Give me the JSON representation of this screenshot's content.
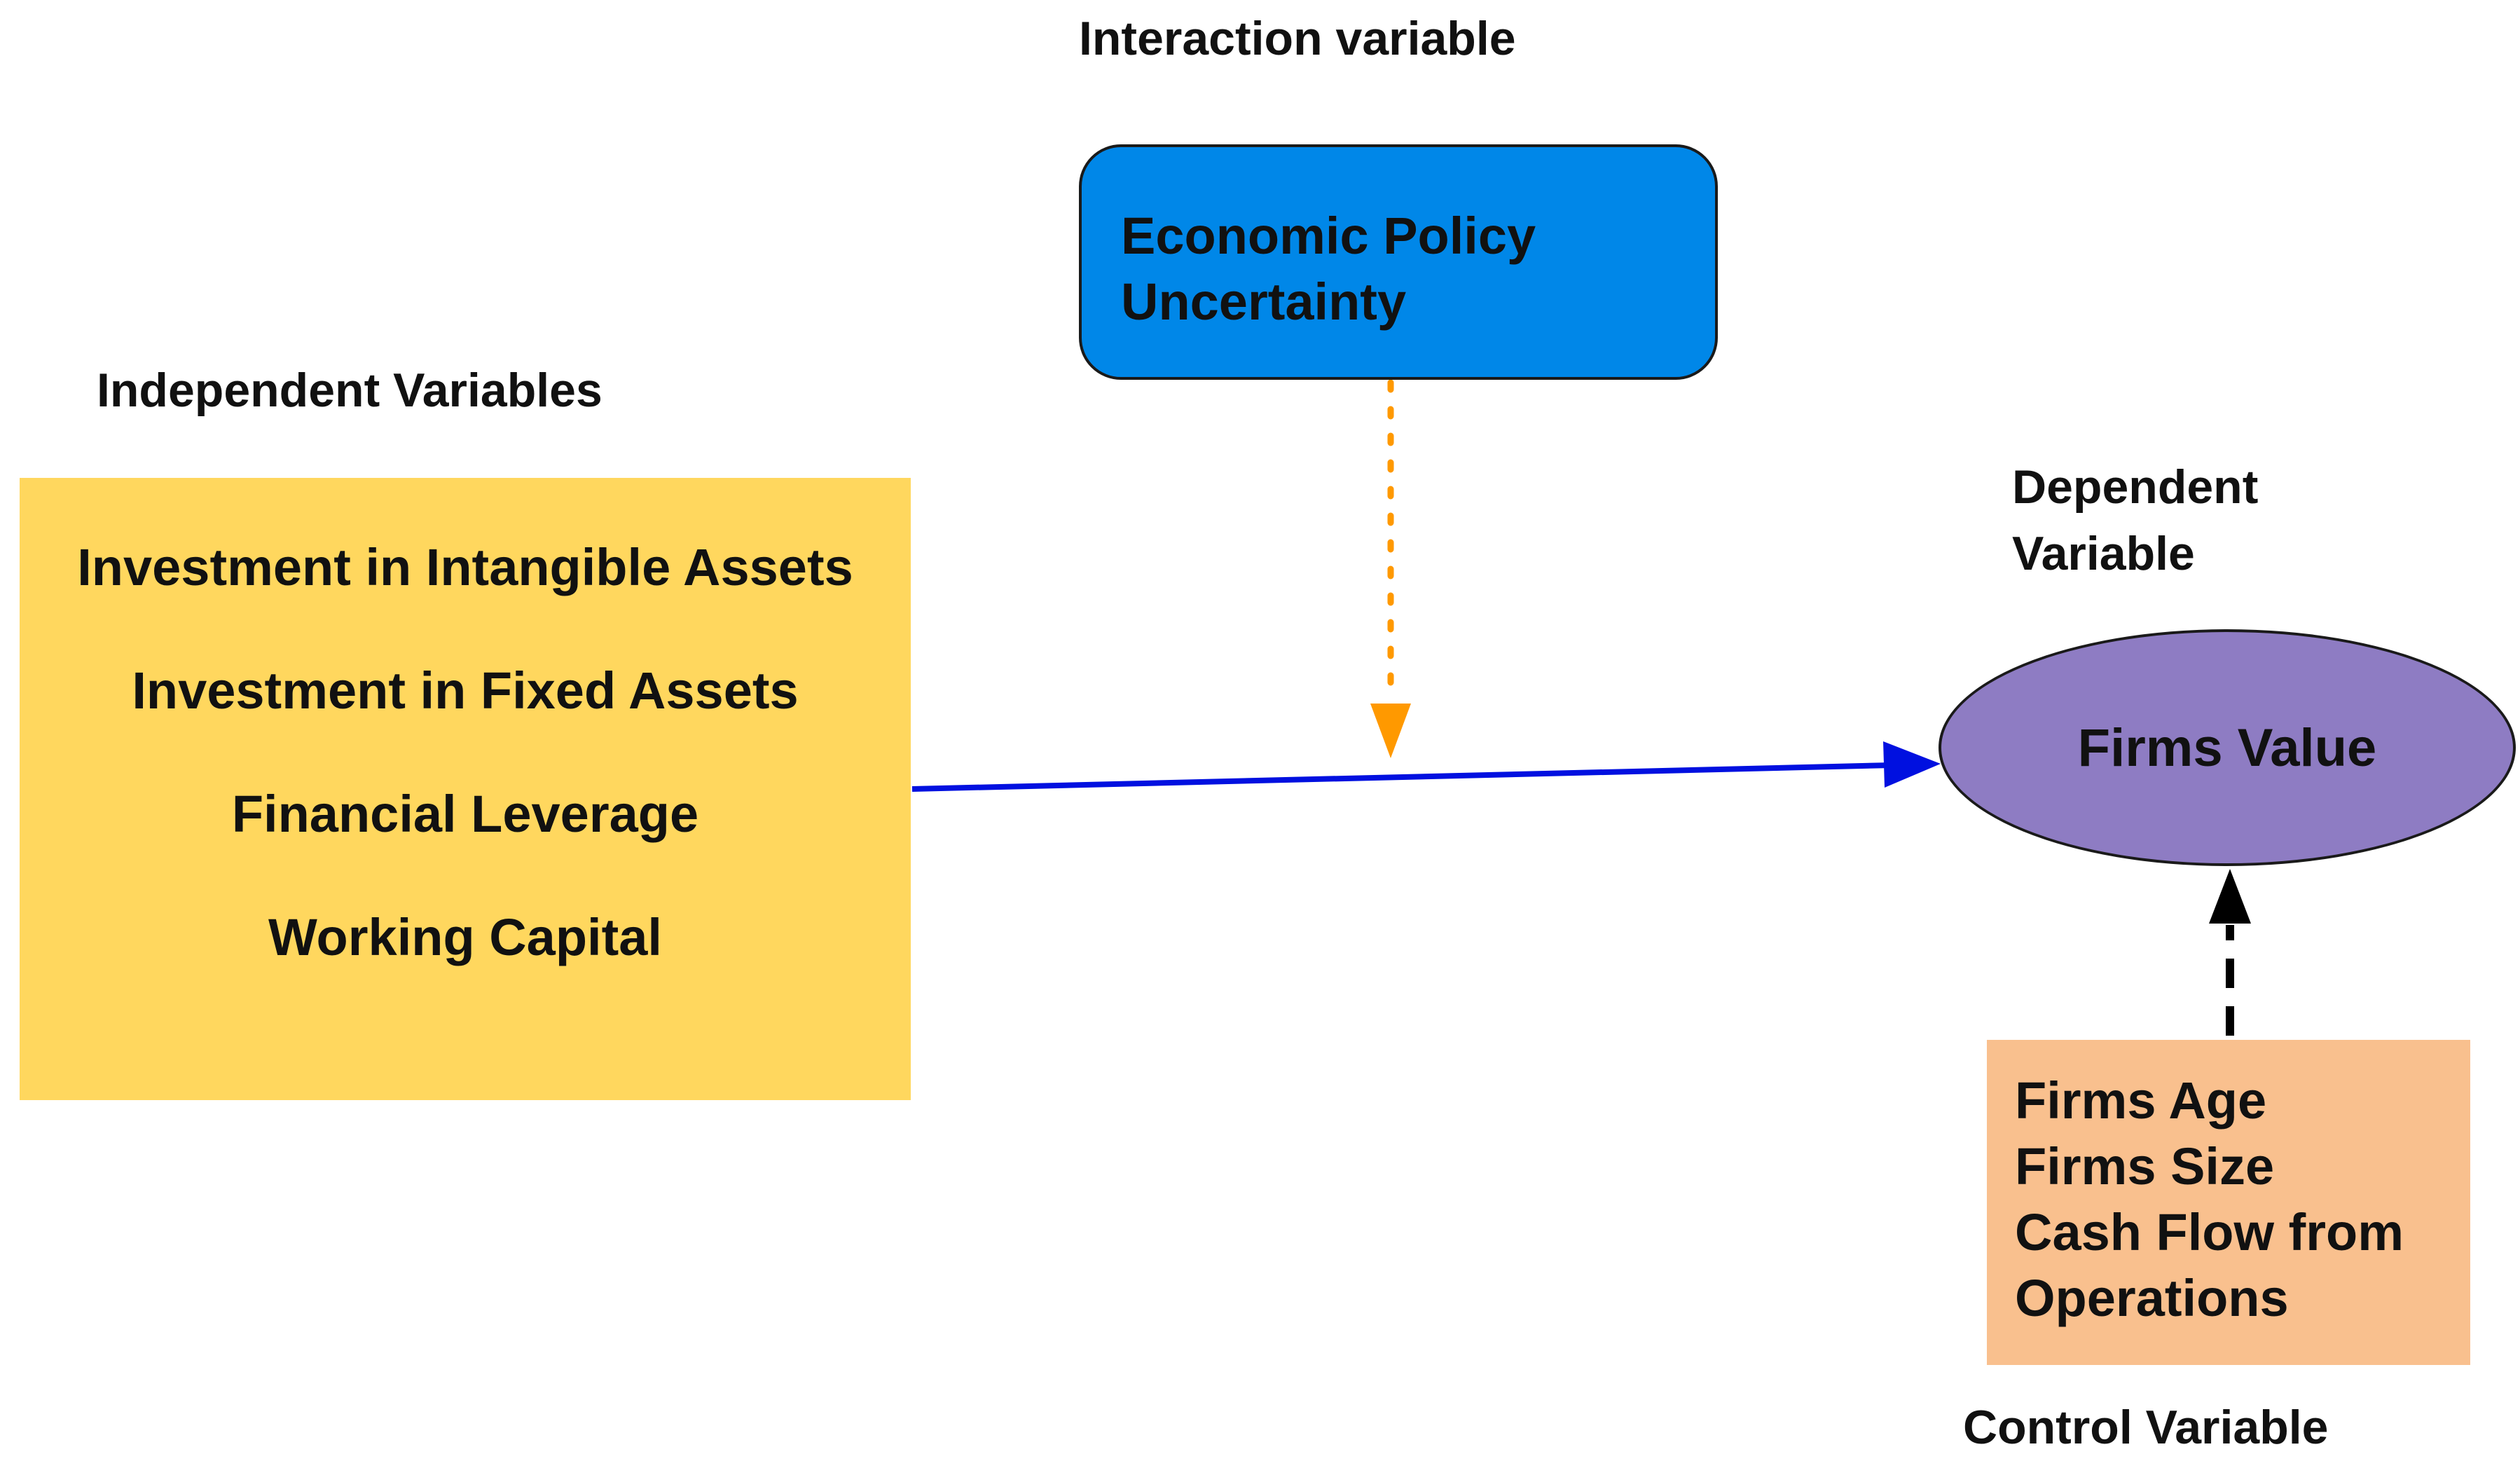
{
  "labels": {
    "interaction": "Interaction variable",
    "independent": "Independent Variables",
    "dependent_line1": "Dependent",
    "dependent_line2": "Variable",
    "control": "Control Variable"
  },
  "interaction_box": {
    "line1": "Economic Policy",
    "line2": "Uncertainty",
    "color": "#0087e8"
  },
  "independent_box": {
    "items": [
      "Investment in Intangible Assets",
      "Investment in Fixed Assets",
      "Financial Leverage",
      "Working Capital"
    ],
    "color": "#ffd75e"
  },
  "dependent_oval": {
    "text": "Firms Value",
    "color": "#8e7cc3"
  },
  "control_box": {
    "items": [
      "Firms Age",
      "Firms Size",
      "Cash Flow from",
      "Operations"
    ],
    "color": "#f9c08e"
  },
  "connector_colors": {
    "main": "#0010e0",
    "moderation": "#ff9900",
    "control": "#000000"
  }
}
